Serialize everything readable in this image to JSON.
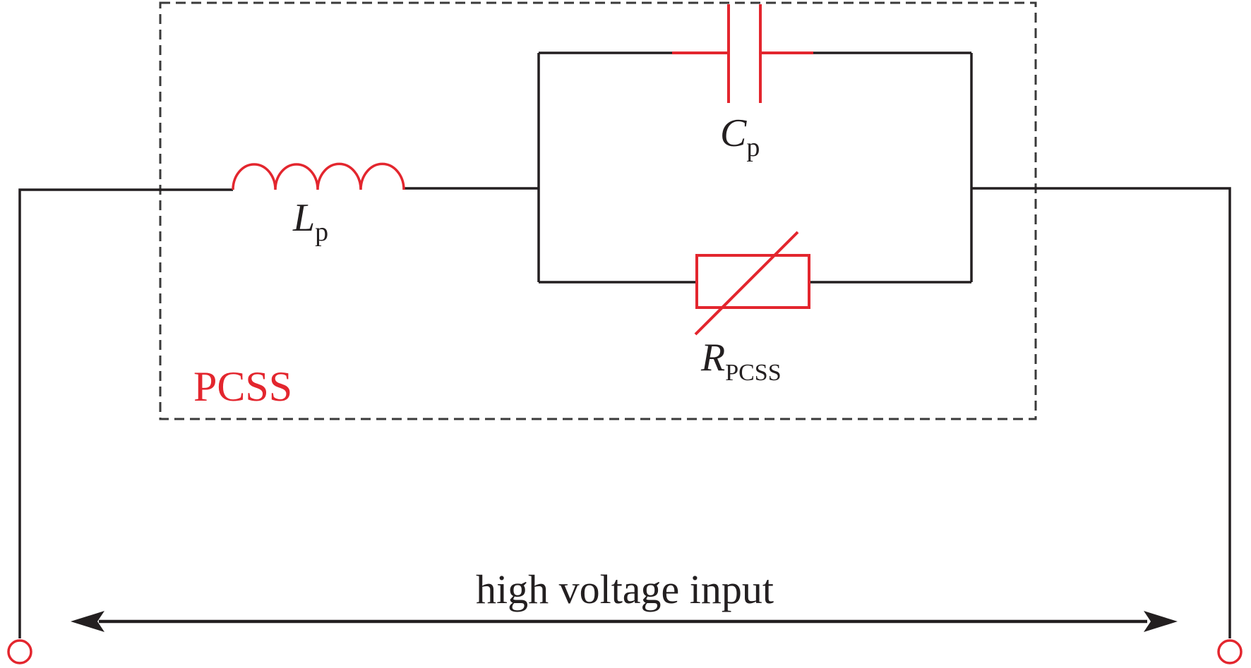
{
  "diagram": {
    "colors": {
      "wire": "#231f20",
      "component": "#e3262e",
      "boundary": "#3a3a3a",
      "background": "#ffffff"
    },
    "enclosure": {
      "label": "PCSS",
      "style": "dashed"
    },
    "components": {
      "inductor": {
        "symbol": "L",
        "subscript": "p",
        "icon": "inductor-coil-icon"
      },
      "capacitor": {
        "symbol": "C",
        "subscript": "p",
        "icon": "capacitor-icon"
      },
      "resistor": {
        "symbol": "R",
        "subscript": "PCSS",
        "icon": "variable-resistor-icon"
      }
    },
    "terminals": {
      "left": {
        "icon": "terminal-circle-icon"
      },
      "right": {
        "icon": "terminal-circle-icon"
      }
    },
    "input_arrow": {
      "label": "high voltage input",
      "icon": "double-headed-arrow-icon"
    }
  }
}
